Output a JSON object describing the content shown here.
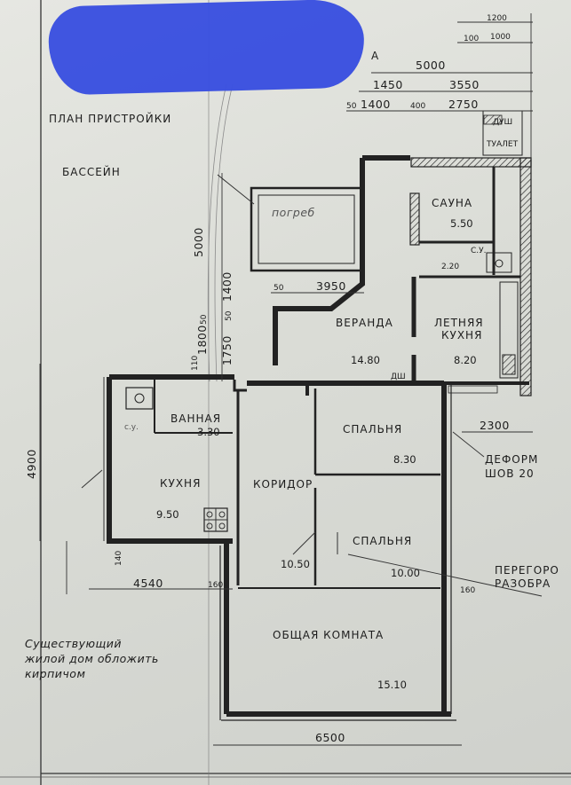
{
  "header": {
    "plan_title": "ПЛАН ПРИСТРОЙКИ",
    "clipped_letter": "А"
  },
  "rooms": {
    "pool": {
      "label": "БАССЕЙН",
      "note": "погреб"
    },
    "sauna": {
      "label": "САУНА",
      "area": "5.50"
    },
    "toilet": {
      "label": "ТУАЛЕТ"
    },
    "shower": {
      "label": "ДУШ"
    },
    "wc_small": {
      "label": "С.У.",
      "area": "2.20"
    },
    "veranda": {
      "label": "ВЕРАНДА",
      "area": "14.80"
    },
    "summer_kitchen": {
      "label_1": "ЛЕТНЯЯ",
      "label_2": "КУХНЯ",
      "area": "8.20"
    },
    "bathroom": {
      "label": "ВАННАЯ",
      "area": "3.30",
      "sink_label": "с.у."
    },
    "kitchen": {
      "label": "КУХНЯ",
      "area": "9.50"
    },
    "corridor": {
      "label": "КОРИДОР",
      "area": "10.50"
    },
    "bedroom_1": {
      "label": "СПАЛЬНЯ",
      "area": "8.30"
    },
    "bedroom_2": {
      "label": "СПАЛЬНЯ",
      "area": "10.00"
    },
    "living_room": {
      "label": "ОБЩАЯ КОМНАТА",
      "area": "15.10"
    },
    "shower_small": {
      "label": "ДШ"
    }
  },
  "dimensions": {
    "top_1200": "1200",
    "top_100": "100",
    "top_1000": "1000",
    "top_5000": "5000",
    "top_1450": "1450",
    "top_3550": "3550",
    "top_50": "50",
    "top_1400": "1400",
    "top_400": "400",
    "top_2750": "2750",
    "pool_5000": "5000",
    "left_1400": "1400",
    "left_50a": "50",
    "left_1750": "1750",
    "left_50b": "50",
    "left_1800": "1800",
    "left_110": "110",
    "left_4900": "4900",
    "left_140": "140",
    "veranda_50": "50",
    "veranda_3950": "3950",
    "bottom_4540": "4540",
    "bottom_160a": "160",
    "bottom_160b": "160",
    "bottom_6500": "6500",
    "right_2300": "2300"
  },
  "notes": {
    "deform_1": "ДЕФОРМ",
    "deform_2": "ШОВ 20",
    "partition_1": "ПЕРЕГОРО",
    "partition_2": "РАЗОБРА",
    "existing_1": "Существующий",
    "existing_2": "жилой дом обложить",
    "existing_3": "кирпичом"
  }
}
